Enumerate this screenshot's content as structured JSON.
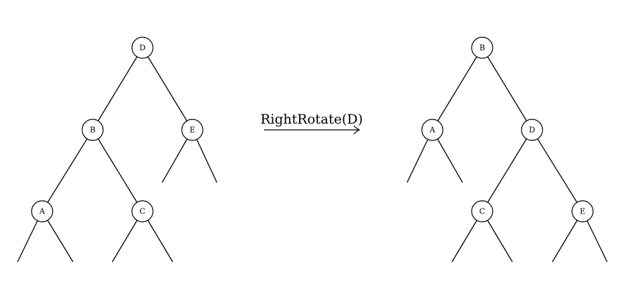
{
  "operation": {
    "label": "RightRotate(D)"
  },
  "before_tree": {
    "nodes": {
      "root": "D",
      "root_left": "B",
      "root_right": "E",
      "left_left": "A",
      "left_right": "C"
    }
  },
  "after_tree": {
    "nodes": {
      "root": "B",
      "root_left": "A",
      "root_right": "D",
      "right_left": "C",
      "right_right": "E"
    }
  }
}
